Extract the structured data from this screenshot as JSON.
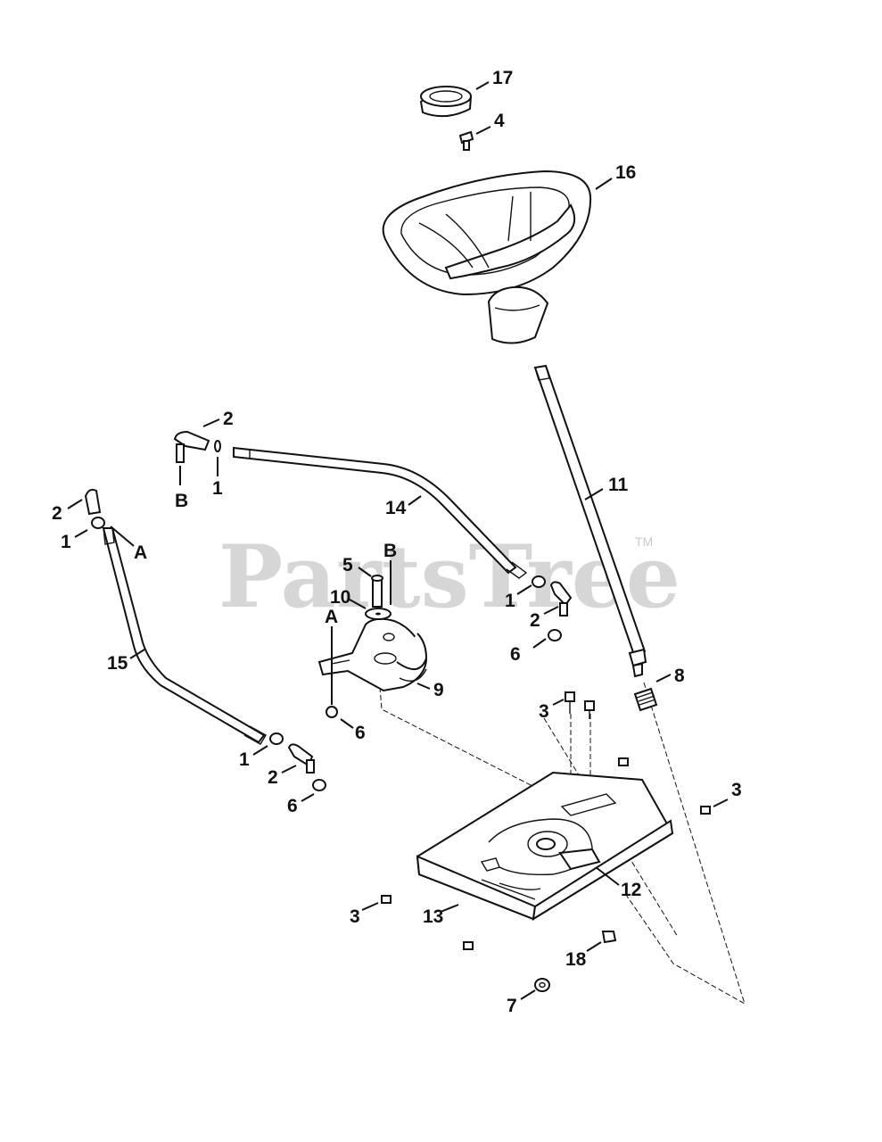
{
  "watermark": {
    "text": "PartsTree",
    "trademark": "TM"
  },
  "callouts": [
    {
      "id": "c17",
      "label": "17"
    },
    {
      "id": "c4",
      "label": "4"
    },
    {
      "id": "c16",
      "label": "16"
    },
    {
      "id": "c11",
      "label": "11"
    },
    {
      "id": "c2a",
      "label": "2"
    },
    {
      "id": "c1a",
      "label": "1"
    },
    {
      "id": "cBa",
      "label": "B"
    },
    {
      "id": "c14",
      "label": "14"
    },
    {
      "id": "c2b",
      "label": "2"
    },
    {
      "id": "c1b",
      "label": "1"
    },
    {
      "id": "cAa",
      "label": "A"
    },
    {
      "id": "c5",
      "label": "5"
    },
    {
      "id": "cBb",
      "label": "B"
    },
    {
      "id": "c10",
      "label": "10"
    },
    {
      "id": "cAb",
      "label": "A"
    },
    {
      "id": "c1c",
      "label": "1"
    },
    {
      "id": "c2c",
      "label": "2"
    },
    {
      "id": "c6a",
      "label": "6"
    },
    {
      "id": "c15",
      "label": "15"
    },
    {
      "id": "c9",
      "label": "9"
    },
    {
      "id": "c6b",
      "label": "6"
    },
    {
      "id": "c8",
      "label": "8"
    },
    {
      "id": "c3a",
      "label": "3"
    },
    {
      "id": "c1d",
      "label": "1"
    },
    {
      "id": "c2d",
      "label": "2"
    },
    {
      "id": "c6c",
      "label": "6"
    },
    {
      "id": "c3b",
      "label": "3"
    },
    {
      "id": "c12",
      "label": "12"
    },
    {
      "id": "c3c",
      "label": "3"
    },
    {
      "id": "c13",
      "label": "13"
    },
    {
      "id": "c18",
      "label": "18"
    },
    {
      "id": "c7",
      "label": "7"
    }
  ]
}
